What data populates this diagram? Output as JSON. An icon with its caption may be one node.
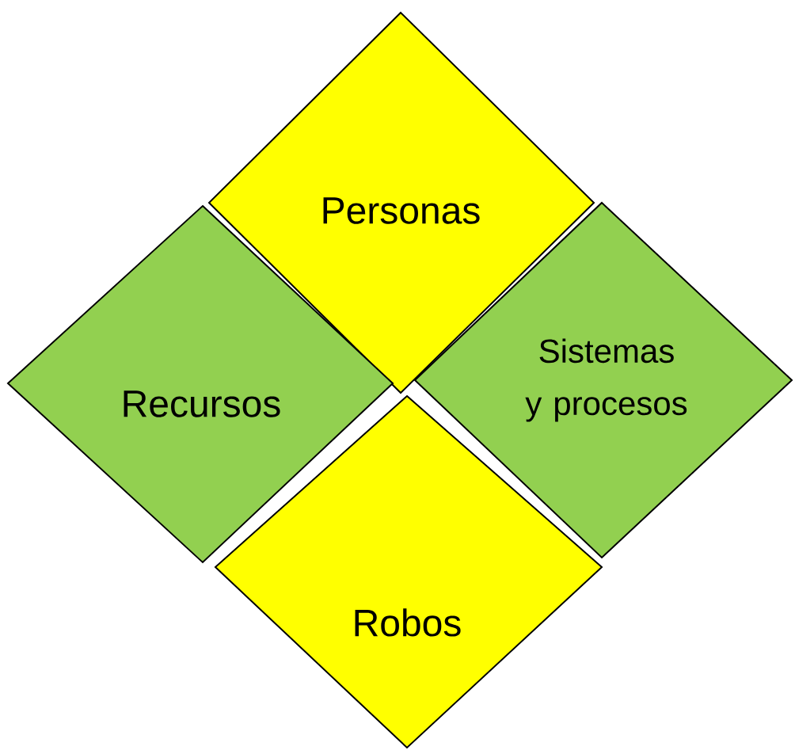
{
  "diagram": {
    "nodes": [
      {
        "text": [
          "Personas"
        ]
      },
      {
        "text": [
          "Recursos"
        ]
      },
      {
        "text": [
          "Sistemas y procesos"
        ]
      },
      {
        "text": [
          "Robos"
        ]
      }
    ]
  }
}
